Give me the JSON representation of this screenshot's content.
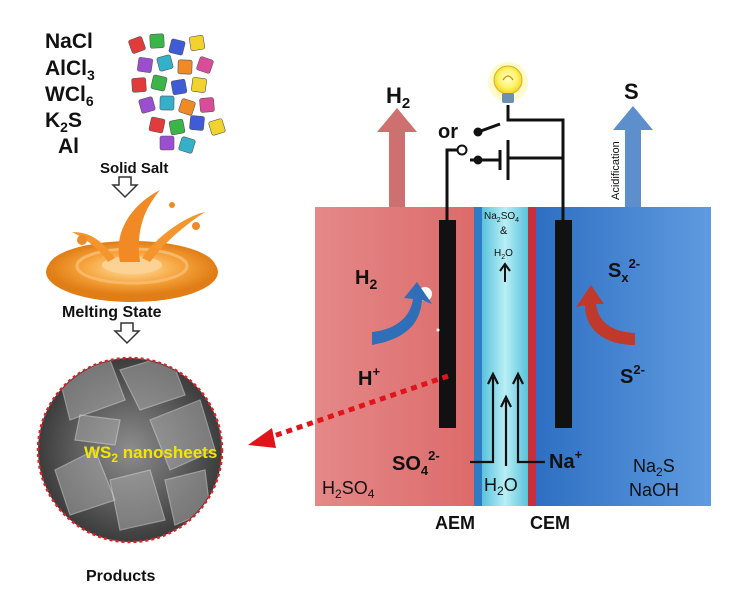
{
  "salts": [
    "NaCl",
    "AlCl",
    "WCl",
    "K",
    "Al"
  ],
  "salt_subscripts": [
    "3",
    "6",
    "2"
  ],
  "salt_k2s_tail": "S",
  "labels": {
    "solid_salt": "Solid Salt",
    "melting_state": "Melting State",
    "products": "Products",
    "nanosheets": "WS",
    "nanosheets_sub": "2",
    "nanosheets_tail": " nanosheets"
  },
  "cell": {
    "h2_top": "H",
    "h2_top_sub": "2",
    "s_top": "S",
    "or": "or",
    "acidification": "Acidification",
    "mid_na2so4": "Na",
    "mid_na2so4_sub1": "2",
    "mid_na2so4_mid": "SO",
    "mid_na2so4_sub2": "4",
    "mid_and": "&",
    "mid_h2o": "H",
    "mid_h2o_sub": "2",
    "mid_h2o_tail": "O",
    "left_h2": "H",
    "left_h2_sub": "2",
    "left_hplus": "H",
    "left_hplus_sup": "+",
    "sx": "S",
    "sx_sub": "x",
    "sx_sup": "2-",
    "s2": "S",
    "s2_sup": "2-",
    "so4": "SO",
    "so4_sub": "4",
    "so4_sup": "2-",
    "na": "Na",
    "na_sup": "+",
    "h2o_bottom": "H",
    "h2o_bottom_sub": "2",
    "h2o_bottom_tail": "O",
    "h2so4": "H",
    "h2so4_sub1": "2",
    "h2so4_mid": "SO",
    "h2so4_sub2": "4",
    "na2s": "Na",
    "na2s_sub": "2",
    "na2s_tail": "S",
    "naoh": "NaOH",
    "aem": "AEM",
    "cem": "CEM"
  },
  "colors": {
    "anolyte": "#e07a7a",
    "catholyte": "#3f7fcf",
    "membrane_mid": "#7fd6e6",
    "h2_arrow": "#c96060",
    "s_arrow": "#5c8fcc",
    "curved_blue": "#2f6fb7",
    "curved_red": "#c0392b",
    "dotted_arrow": "#e0151c",
    "nanosheet_text": "#f2e600",
    "melt_orange": "#f08a24"
  },
  "icons": [
    "lightbulb-icon",
    "battery-icon",
    "switch-icon",
    "down-arrow-icon"
  ]
}
